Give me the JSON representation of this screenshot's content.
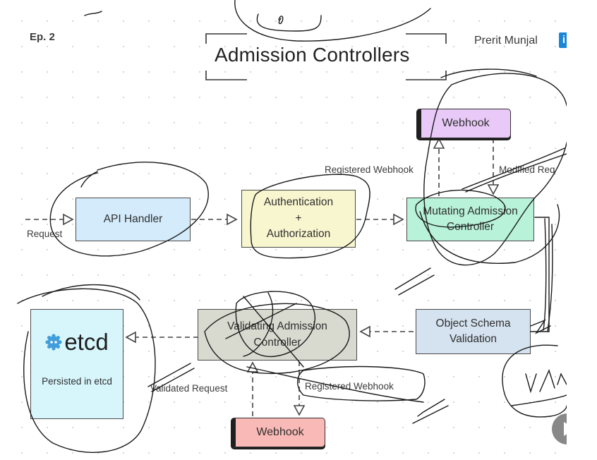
{
  "header": {
    "episode": "Ep. 2",
    "title": "Admission Controllers",
    "author": "Prerit Munjal",
    "author_icon": "linkedin-icon",
    "author_icon_glyph": "i"
  },
  "colors": {
    "api_handler": "#d4ebfb",
    "auth": "#f8f6cf",
    "mutating": "#b8f2d8",
    "webhook_mutating": "#e8c9f7",
    "object_schema": "#d5e2ef",
    "validating": "#d8dad0",
    "webhook_validating": "#f9b9b6",
    "etcd": "#d6f6fc",
    "etcd_logo": "#419eda",
    "ink": "#1a1a1a"
  },
  "nodes": {
    "api_handler": "API Handler",
    "auth": "Authentication\n+\nAuthorization",
    "mutating": "Mutating Admission\nController",
    "webhook_top": "Webhook",
    "object_schema": "Object Schema\nValidation",
    "validating": "Validating Admission\nController",
    "webhook_bottom": "Webhook",
    "etcd_logo_text": "etcd",
    "etcd_caption": "Persisted in etcd"
  },
  "edge_labels": {
    "request": "Request",
    "registered_webhook_top": "Registered Webhook",
    "modified_request": "Modified Req",
    "validated_request": "Validated Request",
    "registered_webhook_bottom": "Registered Webhook"
  },
  "annotations": {
    "handwritten_yaml": "YAM"
  },
  "player": {
    "play_icon": "play-icon"
  }
}
